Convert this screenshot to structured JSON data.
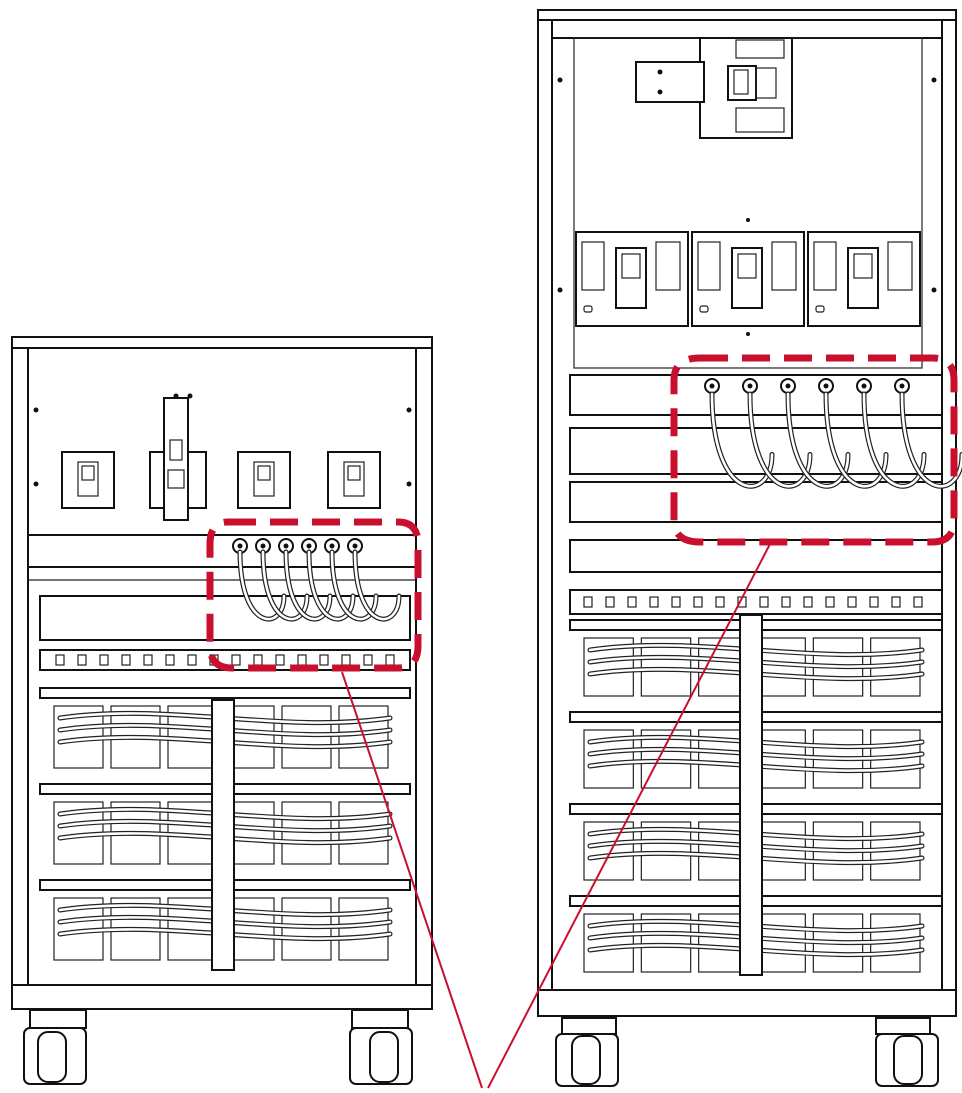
{
  "figure": {
    "units": [
      {
        "id": "small-cabinet",
        "breaker_count": 4,
        "battery_shelves": 3
      },
      {
        "id": "large-cabinet",
        "breaker_count": 4,
        "battery_shelves": 4
      }
    ],
    "highlight": {
      "style": "dashed",
      "color": "#c8102e",
      "count": 2
    },
    "leader_line_color": "#c8102e"
  }
}
